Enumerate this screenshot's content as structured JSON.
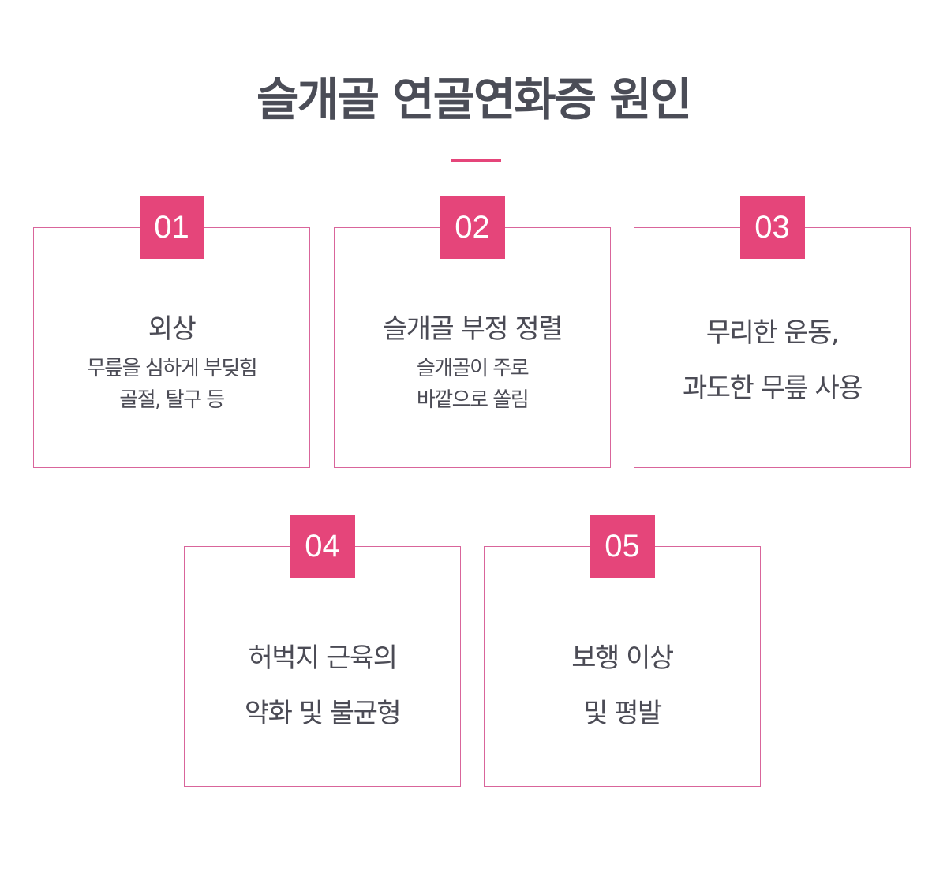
{
  "title": "슬개골 연골연화증 원인",
  "cards": [
    {
      "number": "01",
      "heading": "외상",
      "lines": [
        "무릎을 심하게 부딪힘",
        "골절, 탈구 등"
      ]
    },
    {
      "number": "02",
      "heading": "슬개골 부정 정렬",
      "lines": [
        "슬개골이 주로",
        "바깥으로 쏠림"
      ]
    },
    {
      "number": "03",
      "lines": [
        "무리한 운동,",
        "과도한 무릎 사용"
      ]
    },
    {
      "number": "04",
      "lines": [
        "허벅지 근육의",
        "약화 및 불균형"
      ]
    },
    {
      "number": "05",
      "lines": [
        "보행 이상",
        "및 평발"
      ]
    }
  ],
  "colors": {
    "accent": "#e5457a",
    "border": "#d9659b",
    "text": "#4b4d57"
  }
}
